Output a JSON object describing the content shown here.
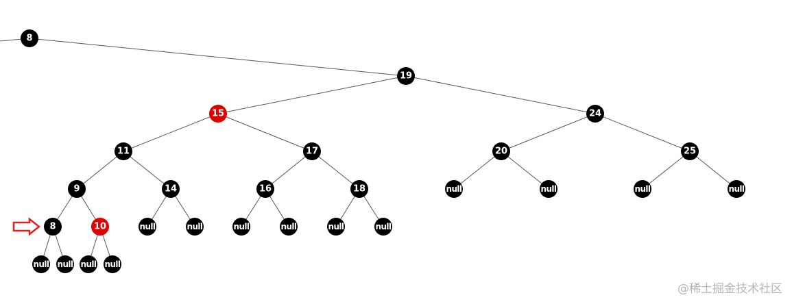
{
  "colors": {
    "black": "#000000",
    "red": "#e00000",
    "edge": "#555555",
    "arrow": "#e02020"
  },
  "tree": {
    "nodes": [
      {
        "id": "n8root",
        "label": "8",
        "color": "black"
      },
      {
        "id": "n19",
        "label": "19",
        "color": "black"
      },
      {
        "id": "n15",
        "label": "15",
        "color": "red"
      },
      {
        "id": "n24",
        "label": "24",
        "color": "black"
      },
      {
        "id": "n11",
        "label": "11",
        "color": "black"
      },
      {
        "id": "n17",
        "label": "17",
        "color": "black"
      },
      {
        "id": "n20",
        "label": "20",
        "color": "black"
      },
      {
        "id": "n25",
        "label": "25",
        "color": "black"
      },
      {
        "id": "n9",
        "label": "9",
        "color": "black"
      },
      {
        "id": "n14",
        "label": "14",
        "color": "black"
      },
      {
        "id": "n16",
        "label": "16",
        "color": "black"
      },
      {
        "id": "n18",
        "label": "18",
        "color": "black"
      },
      {
        "id": "nu20l",
        "label": "null",
        "color": "black"
      },
      {
        "id": "nu20r",
        "label": "null",
        "color": "black"
      },
      {
        "id": "nu25l",
        "label": "null",
        "color": "black"
      },
      {
        "id": "nu25r",
        "label": "null",
        "color": "black"
      },
      {
        "id": "n8",
        "label": "8",
        "color": "black"
      },
      {
        "id": "n10",
        "label": "10",
        "color": "red"
      },
      {
        "id": "nu14l",
        "label": "null",
        "color": "black"
      },
      {
        "id": "nu14r",
        "label": "null",
        "color": "black"
      },
      {
        "id": "nu16l",
        "label": "null",
        "color": "black"
      },
      {
        "id": "nu16r",
        "label": "null",
        "color": "black"
      },
      {
        "id": "nu18l",
        "label": "null",
        "color": "black"
      },
      {
        "id": "nu18r",
        "label": "null",
        "color": "black"
      },
      {
        "id": "nu8l",
        "label": "null",
        "color": "black"
      },
      {
        "id": "nu8r",
        "label": "null",
        "color": "black"
      },
      {
        "id": "nu10l",
        "label": "null",
        "color": "black"
      },
      {
        "id": "nu10r",
        "label": "null",
        "color": "black"
      }
    ],
    "edges": [
      [
        "n8root",
        "n19"
      ],
      [
        "n19",
        "n15"
      ],
      [
        "n19",
        "n24"
      ],
      [
        "n15",
        "n11"
      ],
      [
        "n15",
        "n17"
      ],
      [
        "n24",
        "n20"
      ],
      [
        "n24",
        "n25"
      ],
      [
        "n11",
        "n9"
      ],
      [
        "n11",
        "n14"
      ],
      [
        "n17",
        "n16"
      ],
      [
        "n17",
        "n18"
      ],
      [
        "n20",
        "nu20l"
      ],
      [
        "n20",
        "nu20r"
      ],
      [
        "n25",
        "nu25l"
      ],
      [
        "n25",
        "nu25r"
      ],
      [
        "n9",
        "n8"
      ],
      [
        "n9",
        "n10"
      ],
      [
        "n14",
        "nu14l"
      ],
      [
        "n14",
        "nu14r"
      ],
      [
        "n16",
        "nu16l"
      ],
      [
        "n16",
        "nu16r"
      ],
      [
        "n18",
        "nu18l"
      ],
      [
        "n18",
        "nu18r"
      ],
      [
        "n8",
        "nu8l"
      ],
      [
        "n8",
        "nu8r"
      ],
      [
        "n10",
        "nu10l"
      ],
      [
        "n10",
        "nu10r"
      ]
    ],
    "pointer": {
      "target": "n8",
      "icon": "right-arrow-icon"
    }
  },
  "watermark": "@稀土掘金技术社区"
}
